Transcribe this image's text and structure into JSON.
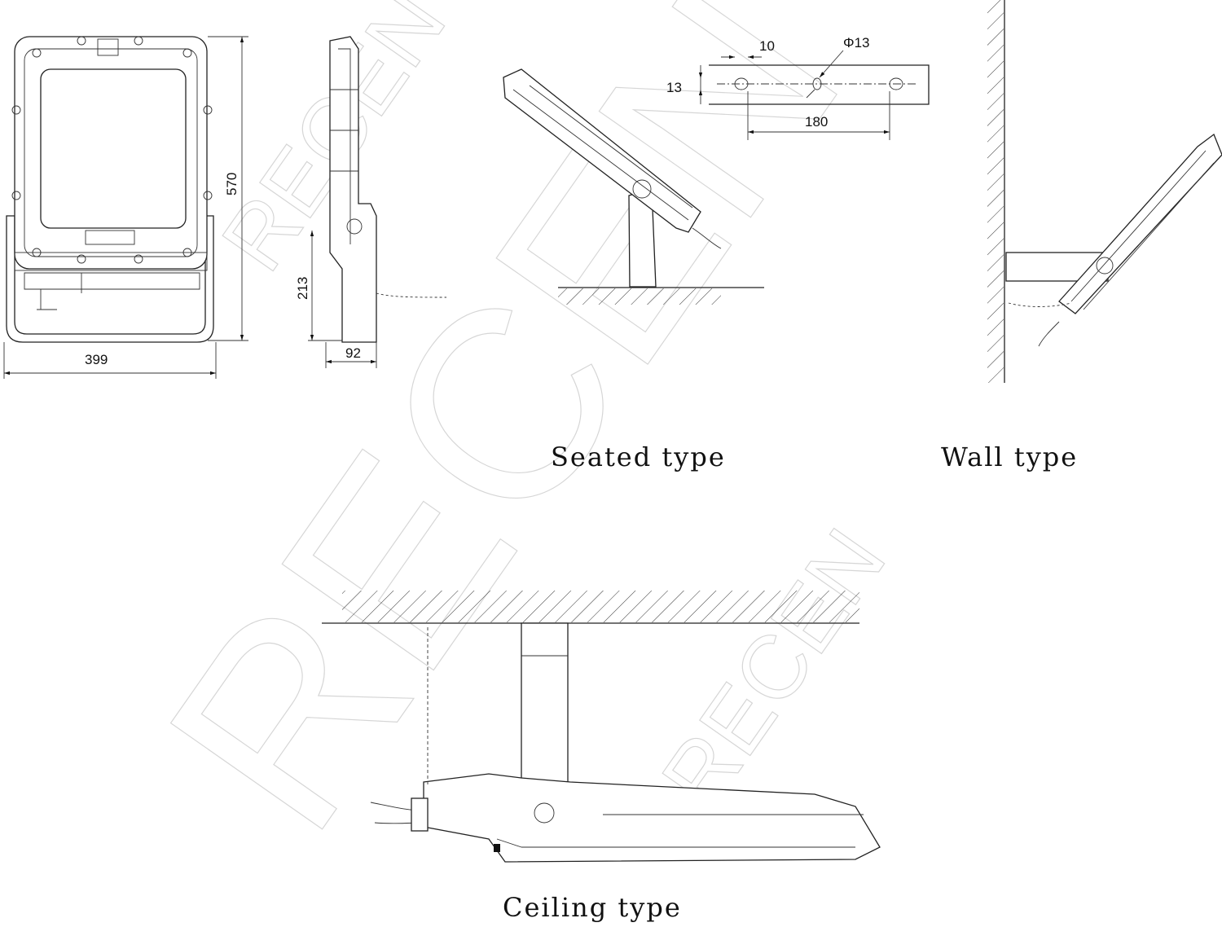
{
  "dimensions": {
    "width": "399",
    "height": "570",
    "bracket_height": "213",
    "depth": "92",
    "hole_offset": "10",
    "hole_diameter": "Φ13",
    "plate_hole_height": "13",
    "hole_spacing": "180"
  },
  "captions": {
    "seated": "Seated type",
    "wall": "Wall type",
    "ceiling": "Ceiling type"
  },
  "watermark": "RECEN"
}
